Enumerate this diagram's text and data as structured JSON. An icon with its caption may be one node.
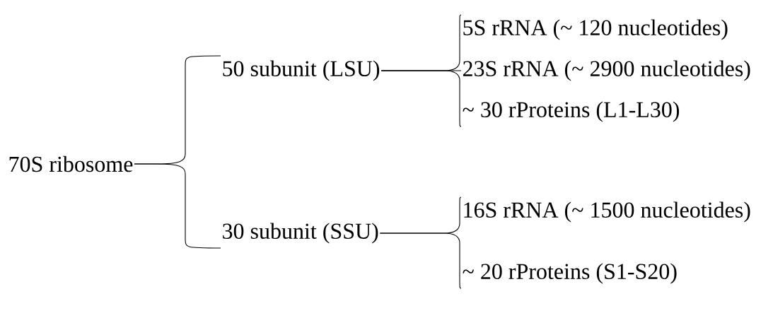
{
  "diagram": {
    "nodes": [
      {
        "text": [
          "70S ribosome"
        ]
      },
      {
        "text": [
          "50 subunit (LSU)"
        ]
      },
      {
        "text": [
          "30 subunit (SSU)"
        ]
      },
      {
        "text": [
          "5S rRNA (~ 120 nucleotides)"
        ]
      },
      {
        "text": [
          "23S rRNA (~ 2900 nucleotides)"
        ]
      },
      {
        "text": [
          "~ 30 rProteins (L1-L30)"
        ]
      },
      {
        "text": [
          "16S rRNA (~ 1500 nucleotides)"
        ]
      },
      {
        "text": [
          "~ 20 rProteins (S1-S20)"
        ]
      }
    ],
    "edges": [
      {
        "from": 0,
        "to": 1,
        "arrow": "none"
      },
      {
        "from": 0,
        "to": 2,
        "arrow": "none"
      },
      {
        "from": 1,
        "to": 3,
        "arrow": "none"
      },
      {
        "from": 1,
        "to": 4,
        "arrow": "none"
      },
      {
        "from": 1,
        "to": 5,
        "arrow": "none"
      },
      {
        "from": 2,
        "to": 6,
        "arrow": "none"
      },
      {
        "from": 2,
        "to": 7,
        "arrow": "none"
      }
    ]
  }
}
